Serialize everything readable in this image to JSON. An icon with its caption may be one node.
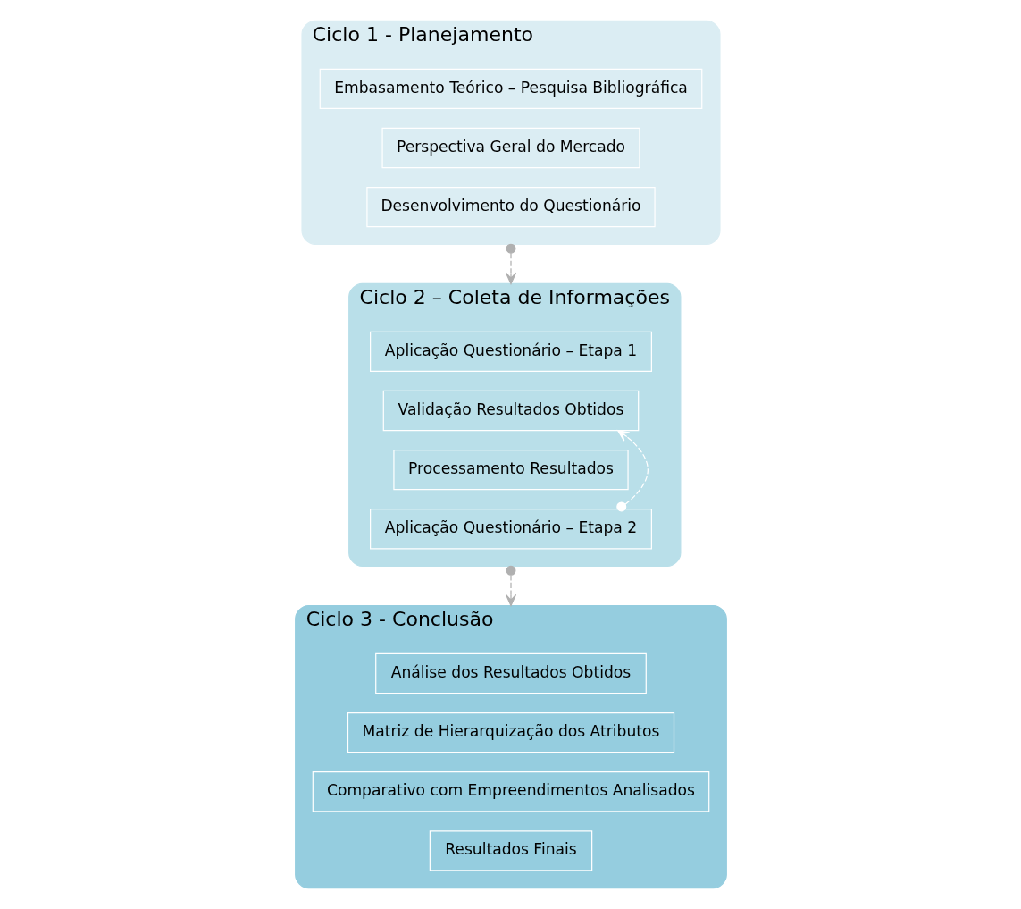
{
  "diagram": {
    "nodes": [
      {
        "text": [
          "Ciclo 1 - Planejamento"
        ]
      },
      {
        "text": [
          "Embasamento Teórico – Pesquisa Bibliográfica"
        ],
        "in": 0
      },
      {
        "text": [
          "Perspectiva Geral do Mercado"
        ],
        "in": 0
      },
      {
        "text": [
          "Desenvolvimento do Questionário"
        ],
        "in": 0
      },
      {
        "text": [
          "Ciclo 2 – Coleta de Informações"
        ]
      },
      {
        "text": [
          "Aplicação Questionário – Etapa 1"
        ],
        "in": 4
      },
      {
        "text": [
          "Validação Resultados Obtidos"
        ],
        "in": 4
      },
      {
        "text": [
          "Processamento Resultados"
        ],
        "in": 4
      },
      {
        "text": [
          "Aplicação Questionário – Etapa 2"
        ],
        "in": 4
      },
      {
        "text": [
          "Ciclo 3 - Conclusão"
        ]
      },
      {
        "text": [
          "Análise dos Resultados Obtidos"
        ],
        "in": 9
      },
      {
        "text": [
          "Matriz de Hierarquização dos Atributos"
        ],
        "in": 9
      },
      {
        "text": [
          "Comparativo com Empreendimentos Analisados"
        ],
        "in": 9
      },
      {
        "text": [
          "Resultados Finais"
        ],
        "in": 9
      }
    ],
    "edges": [
      {
        "from": 0,
        "to": 4,
        "arrow": "to",
        "style": "dashed"
      },
      {
        "from": 8,
        "to": 6,
        "arrow": "to",
        "style": "dashed",
        "color": "#ffffff"
      },
      {
        "from": 4,
        "to": 9,
        "arrow": "to",
        "style": "dashed"
      }
    ]
  }
}
